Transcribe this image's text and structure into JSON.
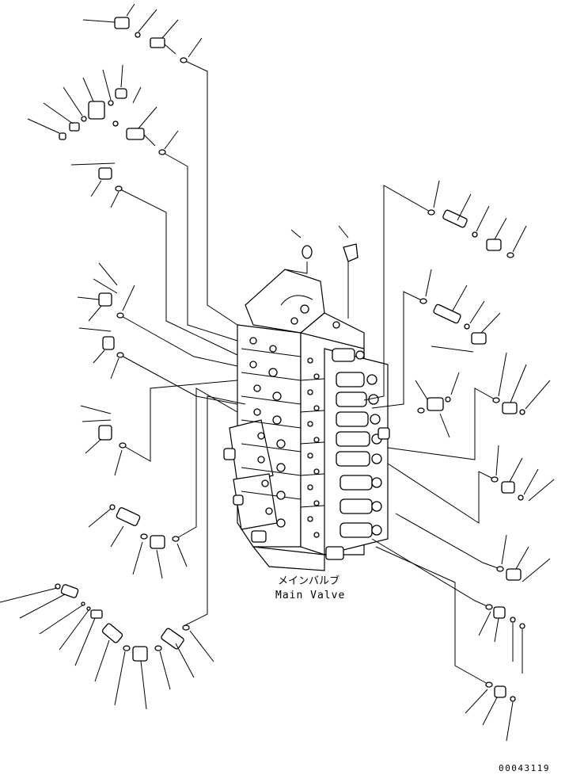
{
  "diagram": {
    "label_ja": "メインバルブ",
    "label_en": "Main Valve",
    "drawing_id": "00043119"
  }
}
